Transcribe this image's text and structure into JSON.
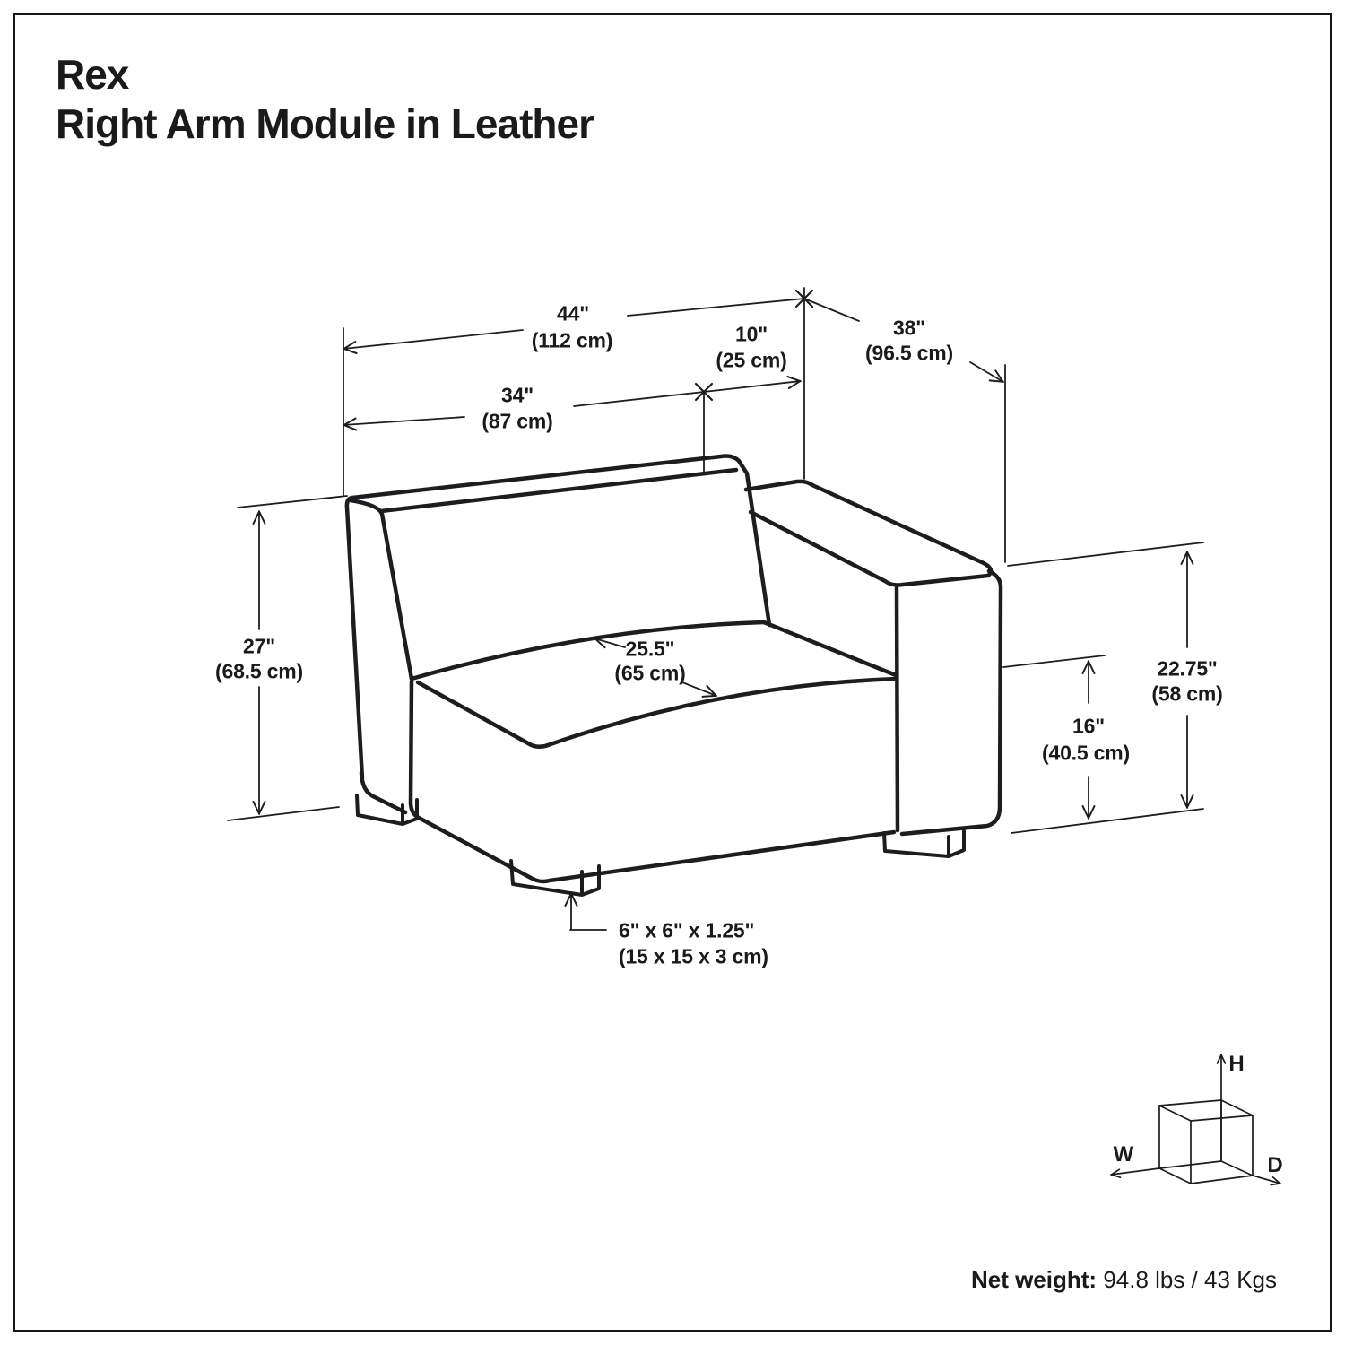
{
  "title": {
    "line1": "Rex",
    "line2": "Right Arm Module in Leather"
  },
  "dimensions": {
    "overall_width": {
      "inches": "44\"",
      "metric": "(112 cm)"
    },
    "arm_width": {
      "inches": "10\"",
      "metric": "(25 cm)"
    },
    "overall_depth": {
      "inches": "38\"",
      "metric": "(96.5 cm)"
    },
    "seat_width": {
      "inches": "34\"",
      "metric": "(87 cm)"
    },
    "overall_height": {
      "inches": "27\"",
      "metric": "(68.5 cm)"
    },
    "seat_depth": {
      "inches": "25.5\"",
      "metric": "(65 cm)"
    },
    "seat_height": {
      "inches": "16\"",
      "metric": "(40.5 cm)"
    },
    "arm_height": {
      "inches": "22.75\"",
      "metric": "(58 cm)"
    },
    "leg_size": {
      "inches": "6\" x 6\" x 1.25\"",
      "metric": "(15 x 15 x 3 cm)"
    }
  },
  "axis_cube": {
    "height_label": "H",
    "width_label": "W",
    "depth_label": "D"
  },
  "net_weight": {
    "label": "Net weight:",
    "value": "94.8 lbs / 43 Kgs"
  },
  "colors": {
    "line": "#1d1d1f",
    "text": "#1a1a1a",
    "background": "#ffffff",
    "frame": "#161616"
  }
}
